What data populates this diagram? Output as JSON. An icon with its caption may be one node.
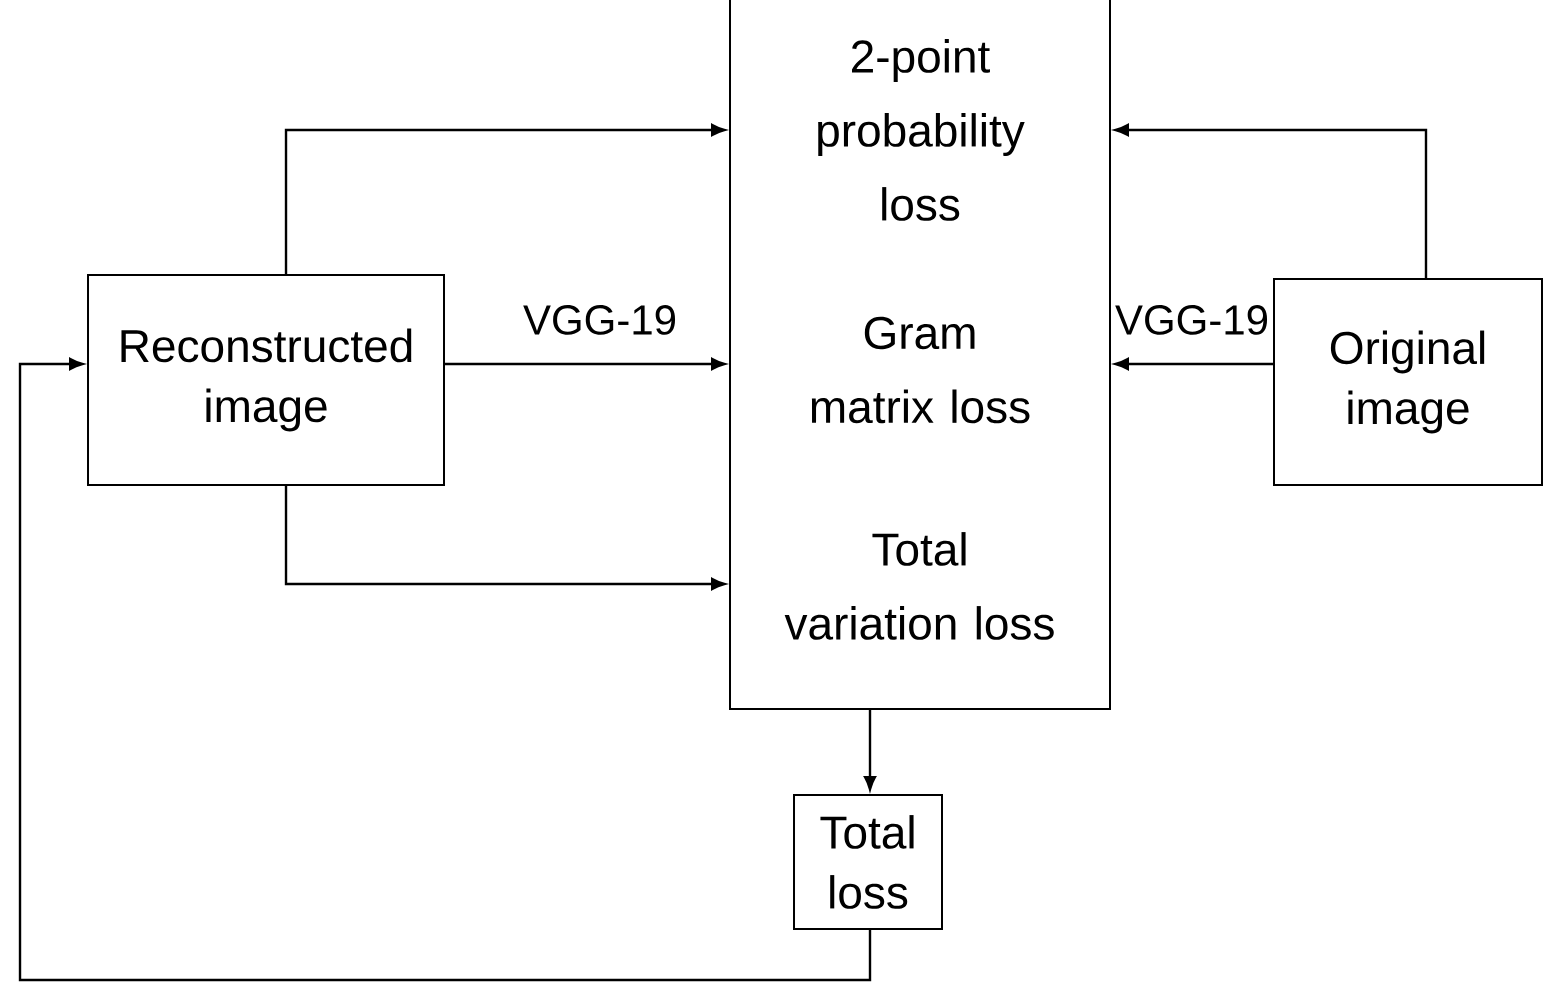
{
  "diagram": {
    "nodes": [
      {
        "text": [
          "Reconstructed image"
        ]
      },
      {
        "text": [
          "2-point probability loss",
          "Gram matrix loss",
          "Total variation loss"
        ]
      },
      {
        "text": [
          "Original image"
        ]
      },
      {
        "text": [
          "Total loss"
        ]
      }
    ],
    "edges": [
      {
        "from": 0,
        "to": 1,
        "arrow": "to"
      },
      {
        "from": 0,
        "to": 1,
        "arrow": "to",
        "label": "VGG-19"
      },
      {
        "from": 0,
        "to": 1,
        "arrow": "to"
      },
      {
        "from": 2,
        "to": 1,
        "arrow": "to"
      },
      {
        "from": 2,
        "to": 1,
        "arrow": "to",
        "label": "VGG-19"
      },
      {
        "from": 1,
        "to": 3,
        "arrow": "to"
      },
      {
        "from": 3,
        "to": 0,
        "arrow": "to"
      }
    ]
  }
}
